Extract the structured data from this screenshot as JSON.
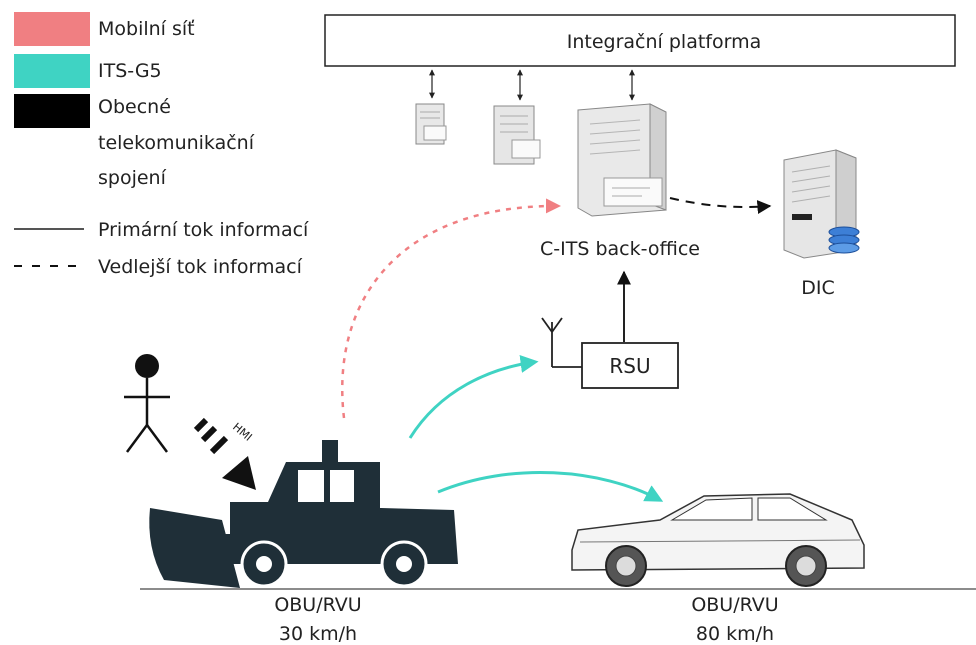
{
  "legend": {
    "items": [
      {
        "label": "Mobilní síť",
        "color": "#f07f82"
      },
      {
        "label": "ITS-G5",
        "color": "#3fd3c3"
      },
      {
        "label_lines": [
          "Obecné",
          "telekomunikační",
          "spojení"
        ],
        "color": "#000000"
      }
    ],
    "line_styles": [
      {
        "label": "Primární tok informací",
        "style": "solid"
      },
      {
        "label": "Vedlejší tok informací",
        "style": "dashed"
      }
    ]
  },
  "nodes": {
    "platform_label": "Integrační platforma",
    "backoffice_label": "C-ITS back-office",
    "dic_label": "DIC",
    "rsu_label": "RSU",
    "hmi_label": "HMI"
  },
  "vehicles": {
    "plow": {
      "obu_label": "OBU/RVU",
      "speed_label": "30 km/h"
    },
    "car": {
      "obu_label": "OBU/RVU",
      "speed_label": "80 km/h"
    }
  },
  "colors": {
    "mobile": "#f07f82",
    "itsg5": "#3fd3c3",
    "general": "#000000",
    "line": "#555555"
  }
}
